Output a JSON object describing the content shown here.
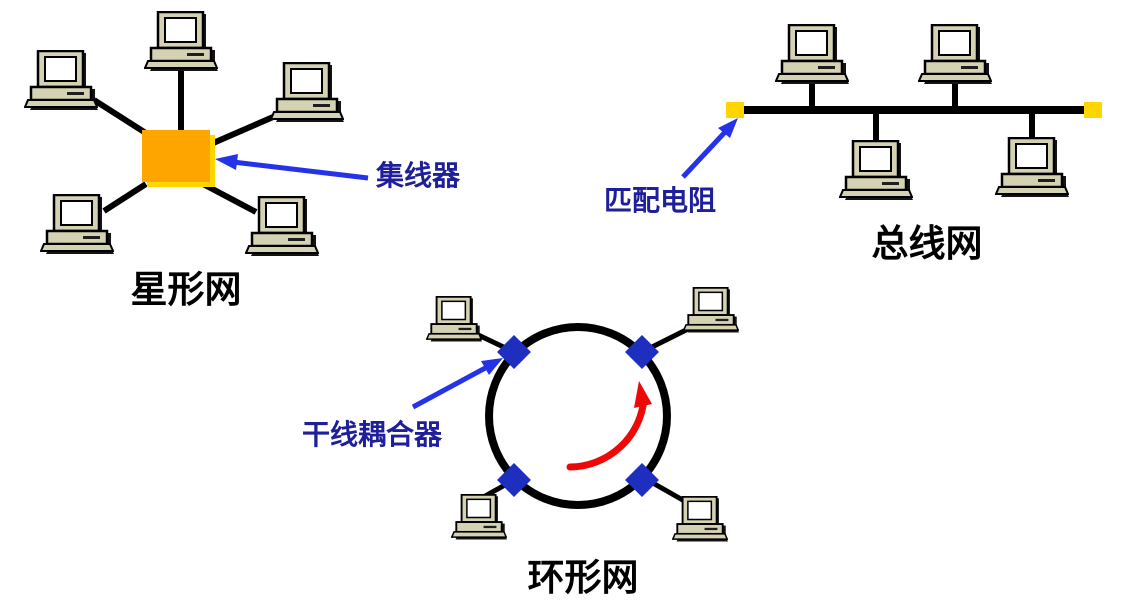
{
  "page": {
    "background": "#FFFFFF"
  },
  "diagrams": {
    "star": {
      "title": "星形网",
      "computer_count": 5,
      "callout_label": "集线器"
    },
    "bus": {
      "title": "总线网",
      "computer_count": 4,
      "terminator_count": 2,
      "callout_label": "匹配电阻"
    },
    "ring": {
      "title": "环形网",
      "computer_count": 4,
      "coupler_count": 4,
      "callout_label": "干线耦合器",
      "direction": "counterclockwise"
    }
  },
  "colors": {
    "hub_fill": "#FFA500",
    "hub_shadow": "#FFD500",
    "terminator_fill": "#FFD500",
    "callout_arrow": "#2433E8",
    "callout_text": "#1F1F9C",
    "coupler_fill": "#1E2EBE",
    "direction_arrow": "#EE0909",
    "cable": "#000000",
    "title_text": "#000000",
    "computer_body": "#D5D2B4",
    "computer_screen": "#FFFFFF"
  },
  "icons": {
    "computer": "desktop-pc-icon",
    "hub": "hub-square-icon",
    "terminator": "terminator-square-icon",
    "coupler": "coupler-diamond-icon",
    "callout_arrow": "arrow-icon",
    "direction_arrow": "curved-arrow-icon"
  }
}
